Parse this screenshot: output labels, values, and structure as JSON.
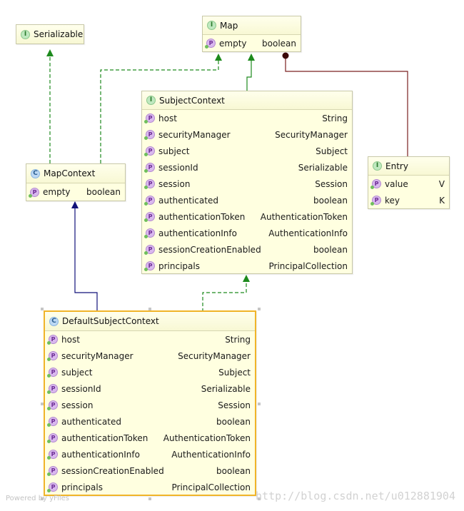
{
  "nodes": {
    "serializable": {
      "kind_letter": "I",
      "title": "Serializable",
      "rows": []
    },
    "map": {
      "kind_letter": "I",
      "title": "Map",
      "rows": [
        {
          "name": "empty",
          "type": "boolean"
        }
      ]
    },
    "subject_context": {
      "kind_letter": "I",
      "title": "SubjectContext",
      "rows": [
        {
          "name": "host",
          "type": "String"
        },
        {
          "name": "securityManager",
          "type": "SecurityManager"
        },
        {
          "name": "subject",
          "type": "Subject"
        },
        {
          "name": "sessionId",
          "type": "Serializable"
        },
        {
          "name": "session",
          "type": "Session"
        },
        {
          "name": "authenticated",
          "type": "boolean"
        },
        {
          "name": "authenticationToken",
          "type": "AuthenticationToken"
        },
        {
          "name": "authenticationInfo",
          "type": "AuthenticationInfo"
        },
        {
          "name": "sessionCreationEnabled",
          "type": "boolean"
        },
        {
          "name": "principals",
          "type": "PrincipalCollection"
        }
      ]
    },
    "map_context": {
      "kind_letter": "C",
      "title": "MapContext",
      "rows": [
        {
          "name": "empty",
          "type": "boolean"
        }
      ]
    },
    "entry": {
      "kind_letter": "I",
      "title": "Entry",
      "rows": [
        {
          "name": "value",
          "type": "V"
        },
        {
          "name": "key",
          "type": "K"
        }
      ]
    },
    "default_subject_context": {
      "kind_letter": "C",
      "title": "DefaultSubjectContext",
      "rows": [
        {
          "name": "host",
          "type": "String"
        },
        {
          "name": "securityManager",
          "type": "SecurityManager"
        },
        {
          "name": "subject",
          "type": "Subject"
        },
        {
          "name": "sessionId",
          "type": "Serializable"
        },
        {
          "name": "session",
          "type": "Session"
        },
        {
          "name": "authenticated",
          "type": "boolean"
        },
        {
          "name": "authenticationToken",
          "type": "AuthenticationToken"
        },
        {
          "name": "authenticationInfo",
          "type": "AuthenticationInfo"
        },
        {
          "name": "sessionCreationEnabled",
          "type": "boolean"
        },
        {
          "name": "principals",
          "type": "PrincipalCollection"
        }
      ]
    }
  },
  "property_icon_letter": "P",
  "colors": {
    "interface_link": "#1d8a1d",
    "class_link": "#10107a",
    "inner_link": "#7a2020",
    "selection": "#f0b429",
    "node_fill": "#ffffe0"
  },
  "footer": {
    "credit": "Powered by yFiles",
    "watermark": "http://blog.csdn.net/u012881904"
  }
}
